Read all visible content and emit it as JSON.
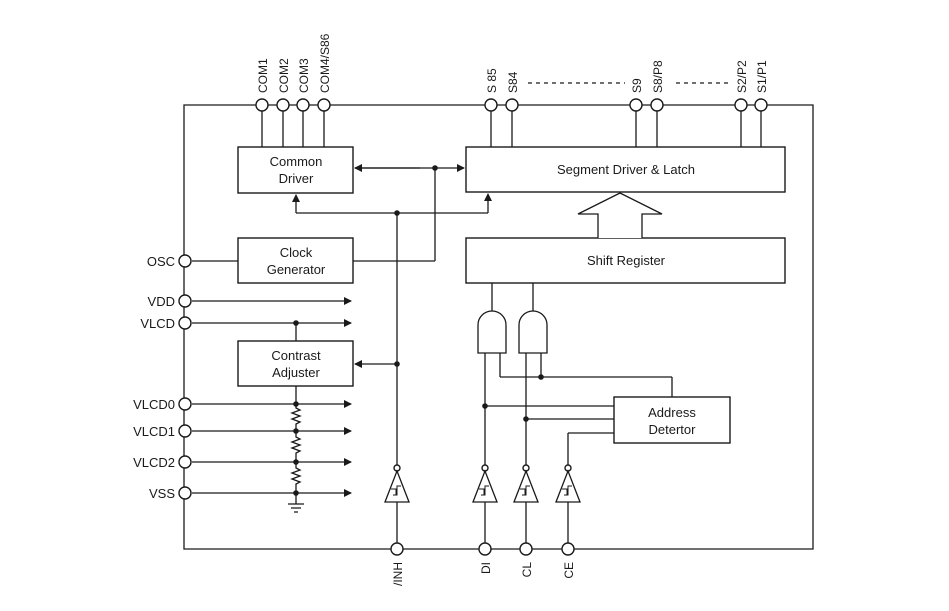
{
  "blocks": {
    "common_driver": [
      "Common",
      "Driver"
    ],
    "segment_driver": "Segment Driver & Latch",
    "clock_generator": [
      "Clock",
      "Generator"
    ],
    "shift_register": "Shift Register",
    "contrast_adjuster": [
      "Contrast",
      "Adjuster"
    ],
    "address_detector": [
      "Address",
      "Detertor"
    ]
  },
  "pins": {
    "top": [
      "COM1",
      "COM2",
      "COM3",
      "COM4/S86",
      "S 85",
      "S84",
      "S9",
      "S8/P8",
      "S2/P2",
      "S1/P1"
    ],
    "left": [
      "OSC",
      "VDD",
      "VLCD",
      "VLCD0",
      "VLCD1",
      "VLCD2",
      "VSS"
    ],
    "bottom": [
      "/INH",
      "DI",
      "CL",
      "CE"
    ]
  }
}
